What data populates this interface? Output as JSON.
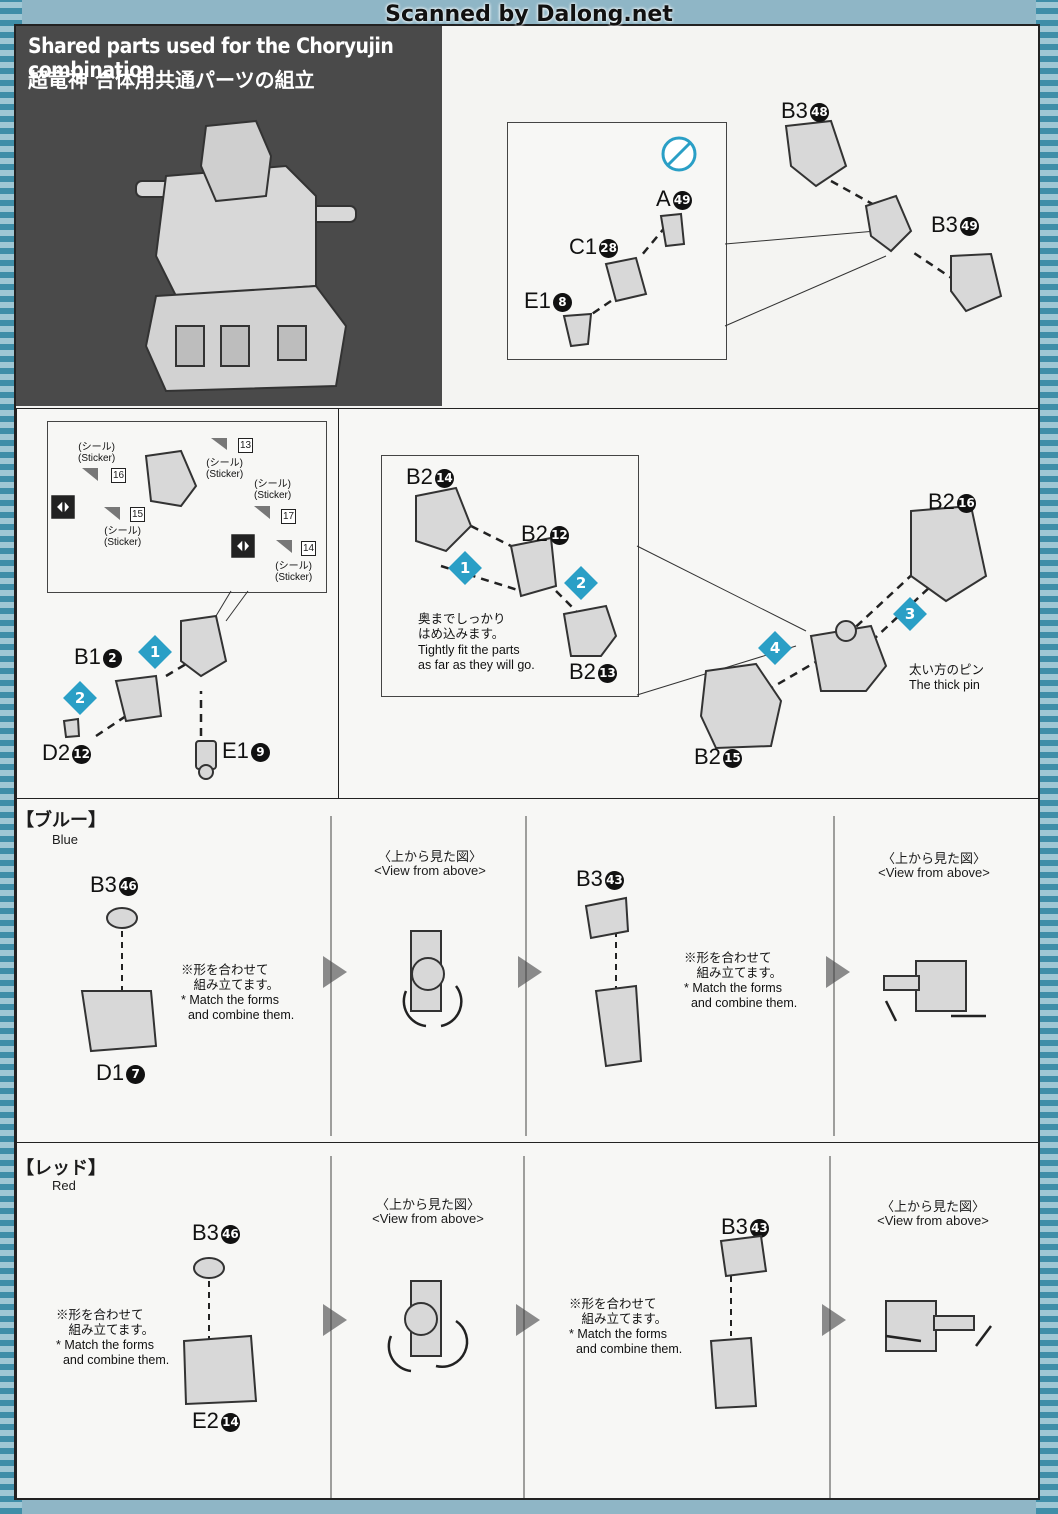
{
  "watermark": "Scanned by Dalong.net",
  "title": {
    "en": "Shared parts used for the Choryujin combination",
    "jp": "超竜神 合体用共通パーツの組立"
  },
  "step_a": {
    "parts": [
      {
        "letter": "B3",
        "num": "48"
      },
      {
        "letter": "A",
        "num": "49"
      },
      {
        "letter": "C1",
        "num": "28"
      },
      {
        "letter": "B3",
        "num": "49"
      },
      {
        "letter": "E1",
        "num": "8"
      }
    ]
  },
  "step_b": {
    "sticker_jp": "(シール)",
    "sticker_en": "(Sticker)",
    "stickers": [
      "13",
      "16",
      "15",
      "17",
      "14"
    ],
    "parts": [
      {
        "letter": "B1",
        "num": "2"
      },
      {
        "letter": "D2",
        "num": "12"
      },
      {
        "letter": "E1",
        "num": "9"
      }
    ],
    "steps": [
      "1",
      "2"
    ]
  },
  "step_c": {
    "parts": [
      {
        "letter": "B2",
        "num": "14"
      },
      {
        "letter": "B2",
        "num": "12"
      },
      {
        "letter": "B2",
        "num": "13"
      },
      {
        "letter": "B2",
        "num": "16"
      },
      {
        "letter": "B2",
        "num": "15"
      }
    ],
    "steps": [
      "1",
      "2",
      "3",
      "4"
    ],
    "note_jp": "奥までしっかり\nはめ込みます。",
    "note_en": "Tightly fit the parts\nas far as they will go.",
    "pin_jp": "太い方のピン",
    "pin_en": "The thick pin"
  },
  "blue": {
    "jp": "【ブルー】",
    "en": "Blue",
    "view_jp": "〈上から見た図〉",
    "view_en": "<View from above>",
    "parts": [
      {
        "letter": "B3",
        "num": "46"
      },
      {
        "letter": "D1",
        "num": "7"
      },
      {
        "letter": "B3",
        "num": "43"
      }
    ],
    "note_jp": "※形を合わせて\n　組み立てます。",
    "note_en": "* Match the forms\n  and combine them."
  },
  "red": {
    "jp": "【レッド】",
    "en": "Red",
    "view_jp": "〈上から見た図〉",
    "view_en": "<View from above>",
    "parts": [
      {
        "letter": "B3",
        "num": "46"
      },
      {
        "letter": "E2",
        "num": "14"
      },
      {
        "letter": "B3",
        "num": "43"
      }
    ],
    "note_jp": "※形を合わせて\n　組み立てます。",
    "note_en": "* Match the forms\n  and combine them."
  },
  "colors": {
    "accent": "#2a9fc6",
    "title_bg": "#4a4a4a",
    "line": "#222222"
  }
}
